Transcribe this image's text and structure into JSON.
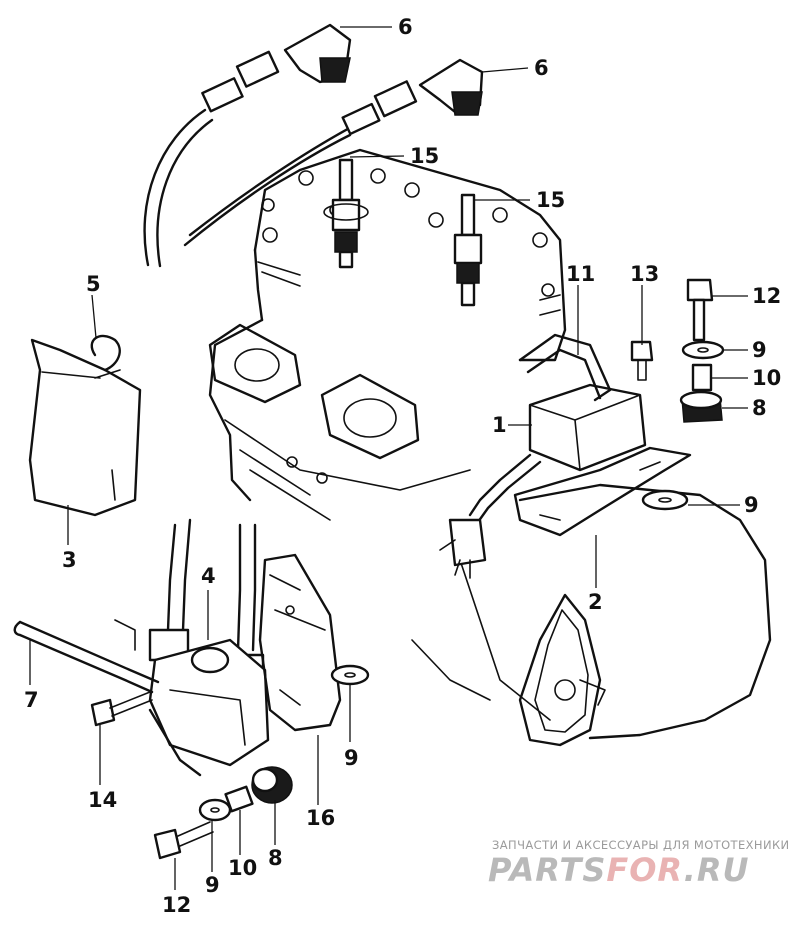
{
  "diagram": {
    "callouts": [
      {
        "id": "c6a",
        "label": "6"
      },
      {
        "id": "c6b",
        "label": "6"
      },
      {
        "id": "c15a",
        "label": "15"
      },
      {
        "id": "c15b",
        "label": "15"
      },
      {
        "id": "c5",
        "label": "5"
      },
      {
        "id": "c11",
        "label": "11"
      },
      {
        "id": "c13",
        "label": "13"
      },
      {
        "id": "c12a",
        "label": "12"
      },
      {
        "id": "c9a",
        "label": "9"
      },
      {
        "id": "c10a",
        "label": "10"
      },
      {
        "id": "c8a",
        "label": "8"
      },
      {
        "id": "c1",
        "label": "1"
      },
      {
        "id": "c9b",
        "label": "9"
      },
      {
        "id": "c3",
        "label": "3"
      },
      {
        "id": "c2",
        "label": "2"
      },
      {
        "id": "c4",
        "label": "4"
      },
      {
        "id": "c7",
        "label": "7"
      },
      {
        "id": "c9c",
        "label": "9"
      },
      {
        "id": "c14",
        "label": "14"
      },
      {
        "id": "c16",
        "label": "16"
      },
      {
        "id": "c8b",
        "label": "8"
      },
      {
        "id": "c10b",
        "label": "10"
      },
      {
        "id": "c9d",
        "label": "9"
      },
      {
        "id": "c12b",
        "label": "12"
      }
    ]
  },
  "watermark": {
    "tagline": "ЗАПЧАСТИ И АКСЕССУАРЫ ДЛЯ МОТОТЕХНИКИ",
    "brand_part1": "PARTS",
    "brand_part2": "FOR",
    "brand_part3": ".RU"
  },
  "colors": {
    "line": "#111111",
    "background": "#ffffff",
    "watermark_gray": "#9b9b9b",
    "watermark_red": "#e9b3b3"
  }
}
